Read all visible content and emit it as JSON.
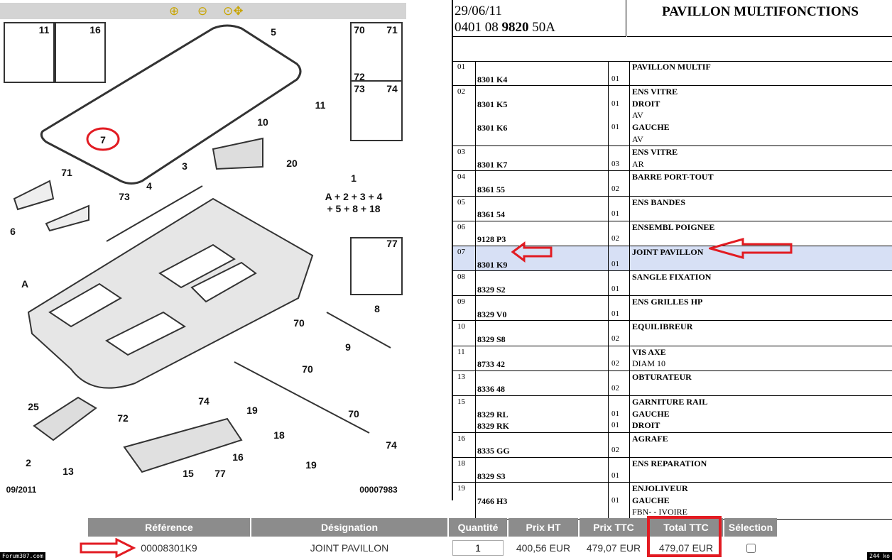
{
  "toolbar": {
    "zoom_in": "zoom-in",
    "zoom_out": "zoom-out",
    "zoom_move": "zoom-move"
  },
  "diagram": {
    "callouts": [
      "11",
      "16",
      "5",
      "70",
      "71",
      "72",
      "73",
      "74",
      "7",
      "11",
      "10",
      "3",
      "20",
      "71",
      "4",
      "1",
      "A + 2 + 3 + 4",
      "+ 5 + 8 + 18",
      "73",
      "6",
      "77",
      "A",
      "8",
      "70",
      "9",
      "70",
      "74",
      "25",
      "72",
      "19",
      "18",
      "70",
      "16",
      "74",
      "2",
      "13",
      "15",
      "77",
      "19",
      "09/2011",
      "00007983"
    ]
  },
  "sheet": {
    "date": "29/06/11",
    "code_a": "0401 08 ",
    "code_b": "9820",
    "code_c": " 50A",
    "title": "PAVILLON MULTIFONCTIONS",
    "rows": [
      {
        "num": "01",
        "lines": [
          {
            "desc": "PAVILLON MULTIF",
            "b": true
          },
          {
            "ref": "8301 K4",
            "qty": "01"
          }
        ]
      },
      {
        "num": "02",
        "lines": [
          {
            "desc": "ENS VITRE",
            "b": true
          },
          {
            "ref": "8301 K5",
            "qty": "01",
            "desc": "DROIT",
            "b": true
          },
          {
            "desc": "AV"
          },
          {
            "ref": "8301 K6",
            "qty": "01",
            "desc": "GAUCHE",
            "b": true
          },
          {
            "desc": "AV"
          }
        ]
      },
      {
        "num": "03",
        "lines": [
          {
            "desc": "ENS VITRE",
            "b": true
          },
          {
            "ref": "8301 K7",
            "qty": "03",
            "desc": "AR"
          }
        ]
      },
      {
        "num": "04",
        "lines": [
          {
            "desc": "BARRE PORT-TOUT",
            "b": true
          },
          {
            "ref": "8361 55",
            "qty": "02"
          }
        ]
      },
      {
        "num": "05",
        "lines": [
          {
            "desc": "ENS BANDES",
            "b": true
          },
          {
            "ref": "8361 54",
            "qty": "01"
          }
        ]
      },
      {
        "num": "06",
        "lines": [
          {
            "desc": "ENSEMBL POIGNEE",
            "b": true
          },
          {
            "ref": "9128 P3",
            "qty": "02"
          }
        ]
      },
      {
        "num": "07",
        "hl": true,
        "lines": [
          {
            "desc": "JOINT PAVILLON",
            "b": true
          },
          {
            "ref": "8301 K9",
            "qty": "01"
          }
        ]
      },
      {
        "num": "08",
        "lines": [
          {
            "desc": "SANGLE FIXATION",
            "b": true
          },
          {
            "ref": "8329 S2",
            "qty": "01"
          }
        ]
      },
      {
        "num": "09",
        "lines": [
          {
            "desc": "ENS GRILLES HP",
            "b": true
          },
          {
            "ref": "8329 V0",
            "qty": "01"
          }
        ]
      },
      {
        "num": "10",
        "lines": [
          {
            "desc": "EQUILIBREUR",
            "b": true
          },
          {
            "ref": "8329 S8",
            "qty": "02"
          }
        ]
      },
      {
        "num": "11",
        "lines": [
          {
            "desc": "VIS AXE",
            "b": true
          },
          {
            "ref": "8733 42",
            "qty": "02",
            "desc": "DIAM 10"
          }
        ]
      },
      {
        "num": "13",
        "lines": [
          {
            "desc": "OBTURATEUR",
            "b": true
          },
          {
            "ref": "8336 48",
            "qty": "02"
          }
        ]
      },
      {
        "num": "15",
        "lines": [
          {
            "desc": "GARNITURE RAIL",
            "b": true
          },
          {
            "ref": "8329 RL",
            "qty": "01",
            "desc": "GAUCHE",
            "b": true
          },
          {
            "ref": "8329 RK",
            "qty": "01",
            "desc": "DROIT",
            "b": true
          }
        ]
      },
      {
        "num": "16",
        "lines": [
          {
            "desc": "AGRAFE",
            "b": true
          },
          {
            "ref": "8335 GG",
            "qty": "02"
          }
        ]
      },
      {
        "num": "18",
        "lines": [
          {
            "desc": "ENS REPARATION",
            "b": true
          },
          {
            "ref": "8329 S3",
            "qty": "01"
          }
        ]
      },
      {
        "num": "19",
        "lines": [
          {
            "desc": "ENJOLIVEUR",
            "b": true
          },
          {
            "ref": "7466 H3",
            "qty": "01",
            "desc": "GAUCHE",
            "b": true
          },
          {
            "desc": "FBN- - IVOIRE"
          }
        ]
      }
    ]
  },
  "cart": {
    "headers": [
      "Référence",
      "Désignation",
      "Quantité",
      "Prix HT",
      "Prix TTC",
      "Total TTC",
      "Sélection"
    ],
    "row": {
      "reference": "00008301K9",
      "designation": "JOINT PAVILLON",
      "quantity": "1",
      "prix_ht": "400,56 EUR",
      "prix_ttc": "479,07 EUR",
      "total_ttc": "479,07 EUR",
      "selected": false
    }
  },
  "footer": {
    "left_tag": "Forum307.com",
    "right_tag": "244 ko"
  },
  "colors": {
    "highlight": "#d7e0f5",
    "annotation_red": "#e21b22",
    "header_gray": "#8c8c8c"
  }
}
